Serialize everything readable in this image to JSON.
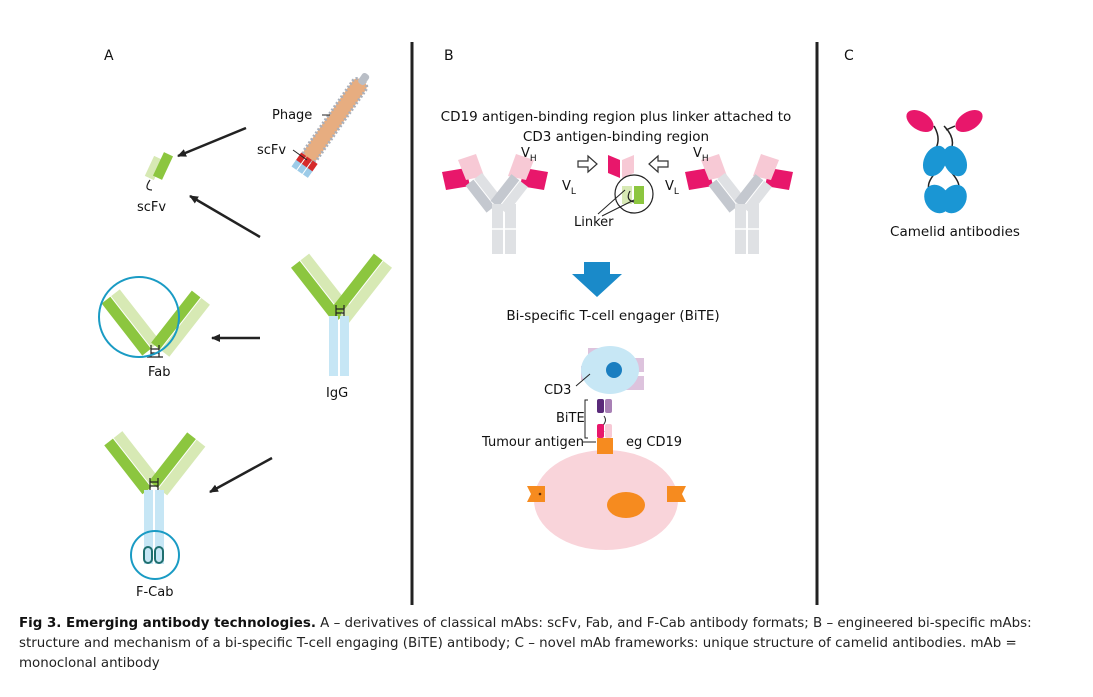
{
  "panels": {
    "a": {
      "letter": "A",
      "labels": {
        "phage": "Phage",
        "scfv_phage": "scFv",
        "scfv": "scFv",
        "fab": "Fab",
        "igg": "IgG",
        "fcab": "F-Cab"
      }
    },
    "b": {
      "letter": "B",
      "heading_line1": "CD19 antigen-binding region plus linker attached to",
      "heading_line2": "CD3 antigen-binding region",
      "v_letter": "V",
      "h_sub": "H",
      "l_sub": "L",
      "linker": "Linker",
      "bite_title": "Bi-specific T-cell engager (BiTE)",
      "cd3": "CD3",
      "bite": "BiTE",
      "tumour_antigen": "Tumour antigen",
      "eg_cd19": "eg CD19"
    },
    "c": {
      "letter": "C",
      "label": "Camelid antibodies"
    }
  },
  "caption": {
    "bold": "Fig 3. Emerging antibody technologies.",
    "text": " A – derivatives of classical mAbs: scFv, Fab, and F-Cab antibody formats; B – engineered bi-specific mAbs: structure and mechanism of a bi-specific T-cell engaging (BiTE) antibody; C – novel mAb frameworks: unique structure of camelid antibodies. mAb = monoclonal antibody"
  },
  "colors": {
    "green_dark": "#8cc63f",
    "green_light": "#d7e9b4",
    "blue_light": "#c6e6f5",
    "pink": "#e8176b",
    "pink_light": "#f7c9d5",
    "grey": "#c4c8cf",
    "grey_light": "#dfe1e4",
    "teal": "#1a9bc4",
    "blue_arrow": "#1a8ac9",
    "orange": "#f68b1f",
    "tumour_pink": "#f9d4da",
    "cd3_blue": "#c7e7f5",
    "cd3_nucleus": "#1a7ec0",
    "cd3_receptor": "#ddc3dd",
    "purple_dark": "#5a2a7a",
    "purple_light": "#a880b5",
    "camelid_blue": "#1a96d4",
    "divider": "#222222"
  }
}
